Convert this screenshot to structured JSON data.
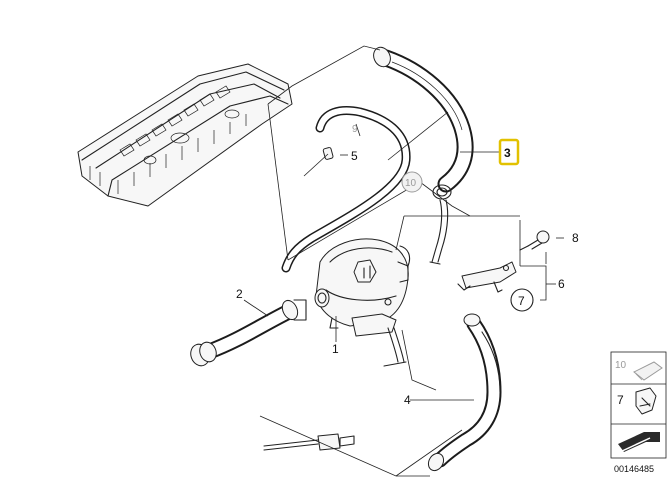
{
  "callouts": {
    "c1": "1",
    "c2": "2",
    "c3": "3",
    "c4": "4",
    "c5": "5",
    "c6": "6",
    "c7": "7",
    "c8": "8",
    "c9": "9",
    "c10": "10"
  },
  "legend": {
    "item10": "10",
    "item7": "7"
  },
  "catalog_number": "00146485",
  "colors": {
    "highlight": "#e2c100",
    "line": "#222222",
    "ghost": "#9a9a9a"
  }
}
